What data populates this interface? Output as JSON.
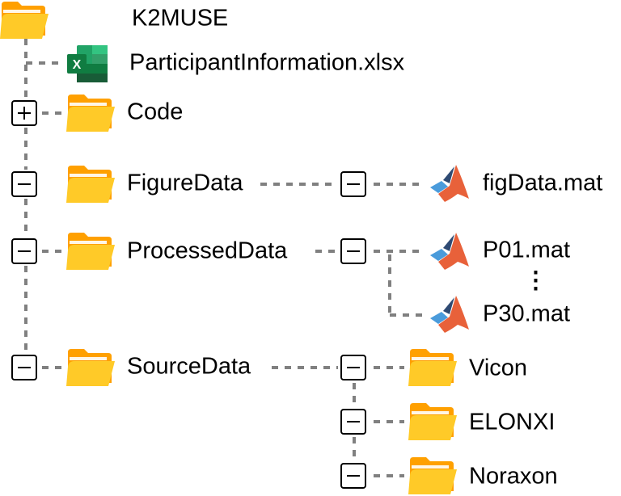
{
  "root": {
    "label": "K2MUSE",
    "icon": "folder-icon"
  },
  "items": {
    "participant_info": {
      "label": "ParticipantInformation.xlsx",
      "icon": "excel-icon"
    },
    "code": {
      "label": "Code",
      "icon": "folder-icon",
      "state": "collapsed"
    },
    "figure_data": {
      "label": "FigureData",
      "icon": "folder-icon",
      "state": "expanded",
      "children": [
        {
          "label": "figData.mat",
          "icon": "matlab-icon"
        }
      ]
    },
    "processed_data": {
      "label": "ProcessedData",
      "icon": "folder-icon",
      "state": "expanded",
      "children": [
        {
          "label": "P01.mat",
          "icon": "matlab-icon"
        },
        {
          "label": "⋮"
        },
        {
          "label": "P30.mat",
          "icon": "matlab-icon"
        }
      ]
    },
    "source_data": {
      "label": "SourceData",
      "icon": "folder-icon",
      "state": "expanded",
      "children": [
        {
          "label": "Vicon",
          "icon": "folder-icon"
        },
        {
          "label": "ELONXI",
          "icon": "folder-icon"
        },
        {
          "label": "Noraxon",
          "icon": "folder-icon"
        }
      ]
    }
  },
  "colors": {
    "folder_back": "#FFA000",
    "folder_front": "#FFCA28",
    "connector": "#808080",
    "matlab_orange": "#E8613A",
    "matlab_blue": "#4A9BDB",
    "matlab_dark": "#2E4A73"
  }
}
